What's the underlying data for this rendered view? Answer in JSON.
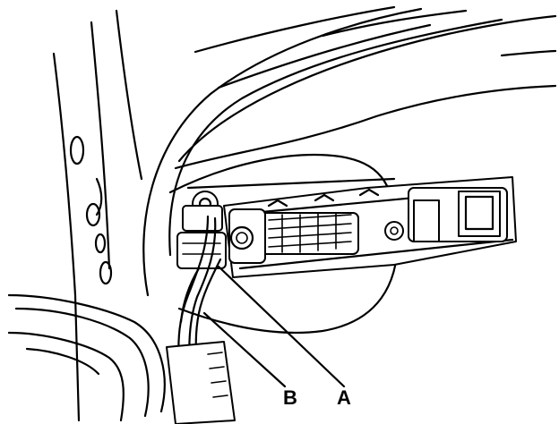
{
  "callouts": [
    {
      "id": "A",
      "label": "A"
    },
    {
      "id": "B",
      "label": "B"
    }
  ]
}
